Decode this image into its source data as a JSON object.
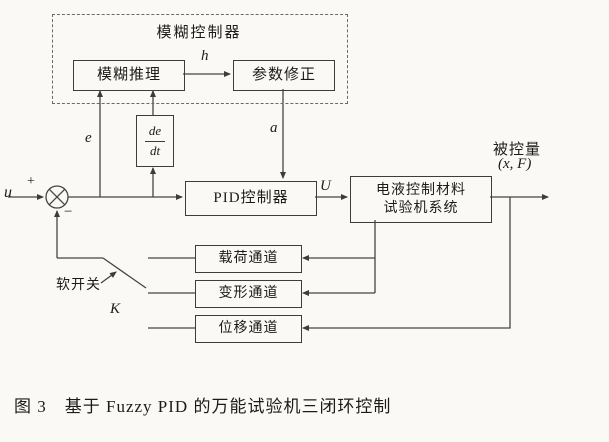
{
  "figure": {
    "caption": "图 3　基于 Fuzzy PID 的万能试验机三闭环控制"
  },
  "fuzzy_controller": {
    "title": "模糊控制器",
    "inference": "模糊推理",
    "correction": "参数修正"
  },
  "blocks": {
    "derivative_top": "de",
    "derivative_bottom": "dt",
    "pid": "PID控制器",
    "plant_line1": "电液控制材料",
    "plant_line2": "试验机系统",
    "load_channel": "载荷通道",
    "deformation_channel": "变形通道",
    "displacement_channel": "位移通道"
  },
  "signals": {
    "input": "u",
    "plus": "+",
    "minus": "−",
    "error": "e",
    "h": "h",
    "a": "a",
    "control": "U",
    "output_line1": "被控量",
    "output_line2": "(x, F)",
    "soft_switch": "软开关",
    "gain": "K"
  },
  "colors": {
    "line": "#444444",
    "paper": "#faf9f6"
  }
}
